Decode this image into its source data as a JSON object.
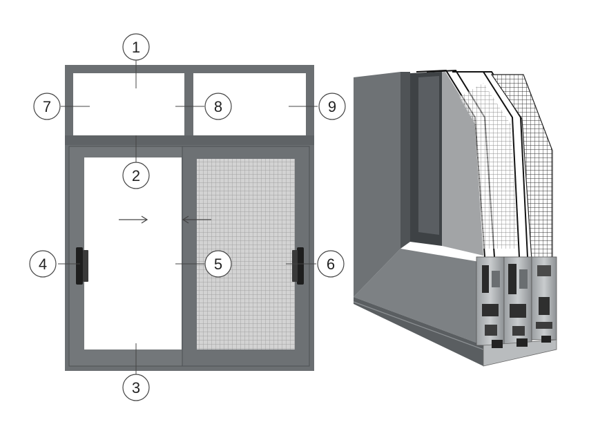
{
  "colors": {
    "background": "#ffffff",
    "frame": "#6b6f72",
    "frame_dark": "#4c5053",
    "glass": "#ffffff",
    "mesh": "#cfcfcf",
    "mesh_line": "#9a9a9a",
    "handle": "#1e1e1e",
    "callout_line": "#444444",
    "profile_face": "#7a7e81",
    "profile_side": "#5c6063",
    "profile_light": "#b5b8ba"
  },
  "callouts": [
    {
      "id": "1",
      "label": "1"
    },
    {
      "id": "2",
      "label": "2"
    },
    {
      "id": "3",
      "label": "3"
    },
    {
      "id": "4",
      "label": "4"
    },
    {
      "id": "5",
      "label": "5"
    },
    {
      "id": "6",
      "label": "6"
    },
    {
      "id": "7",
      "label": "7"
    },
    {
      "id": "8",
      "label": "8"
    },
    {
      "id": "9",
      "label": "9"
    }
  ],
  "icons": {
    "sash_left_direction": "arrow-right-icon",
    "sash_right_direction": "arrow-left-icon",
    "handle": "handle-icon"
  }
}
